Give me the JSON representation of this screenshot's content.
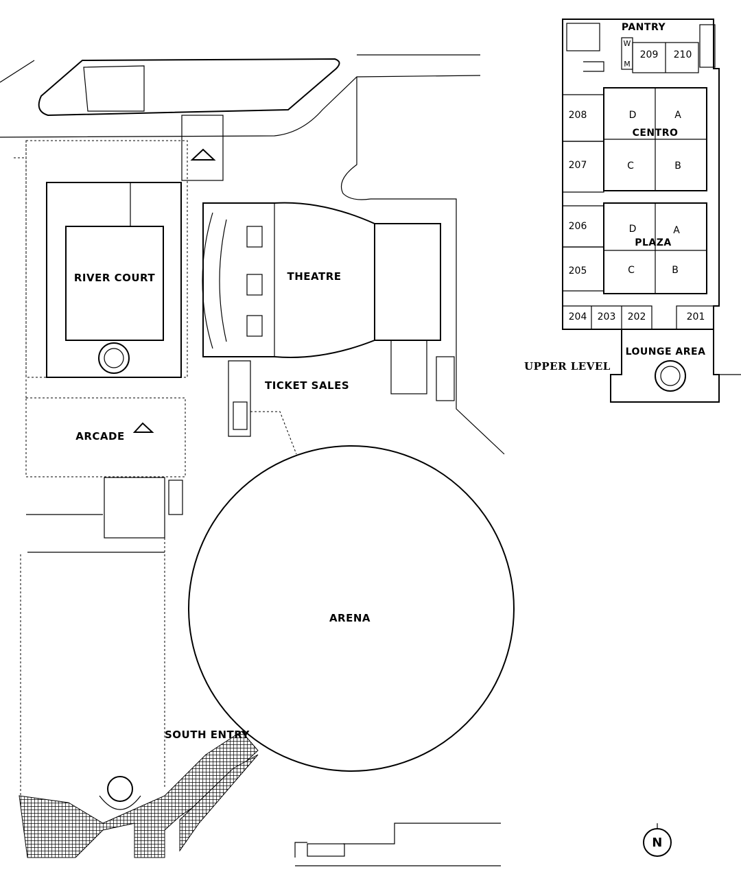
{
  "spaces": {
    "river_court": "RIVER COURT",
    "theatre": "THEATRE",
    "arcade": "ARCADE",
    "ticket_sales": "TICKET SALES",
    "arena": "ARENA",
    "south_entry": "SOUTH ENTRY"
  },
  "upper_level": {
    "title": "UPPER LEVEL",
    "pantry": "PANTRY",
    "w": "W",
    "m": "M",
    "rooms": [
      "209",
      "210",
      "208",
      "207",
      "206",
      "205",
      "204",
      "203",
      "202",
      "201"
    ],
    "centro": {
      "name": "CENTRO",
      "sections": [
        "D",
        "A",
        "C",
        "B"
      ]
    },
    "plaza": {
      "name": "PLAZA",
      "sections": [
        "D",
        "A",
        "C",
        "B"
      ]
    },
    "lounge": "LOUNGE AREA"
  },
  "north_arrow": "N"
}
